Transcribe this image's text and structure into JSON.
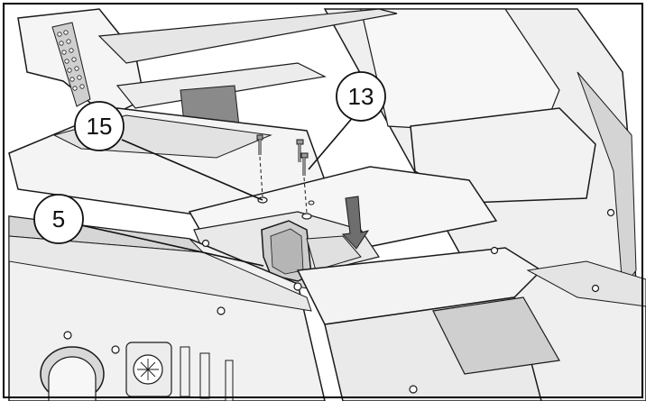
{
  "figure": {
    "callouts": [
      {
        "id": "callout-13",
        "label": "13"
      },
      {
        "id": "callout-15",
        "label": "15"
      },
      {
        "id": "callout-5",
        "label": "5"
      }
    ],
    "colors": {
      "frame": "#000000",
      "line": "#1a1a1a",
      "panel_light": "#f4f4f4",
      "panel_mid": "#d9d9d9",
      "panel_dark": "#8a8a8a",
      "arrow_fill": "#6e6e6e"
    }
  }
}
